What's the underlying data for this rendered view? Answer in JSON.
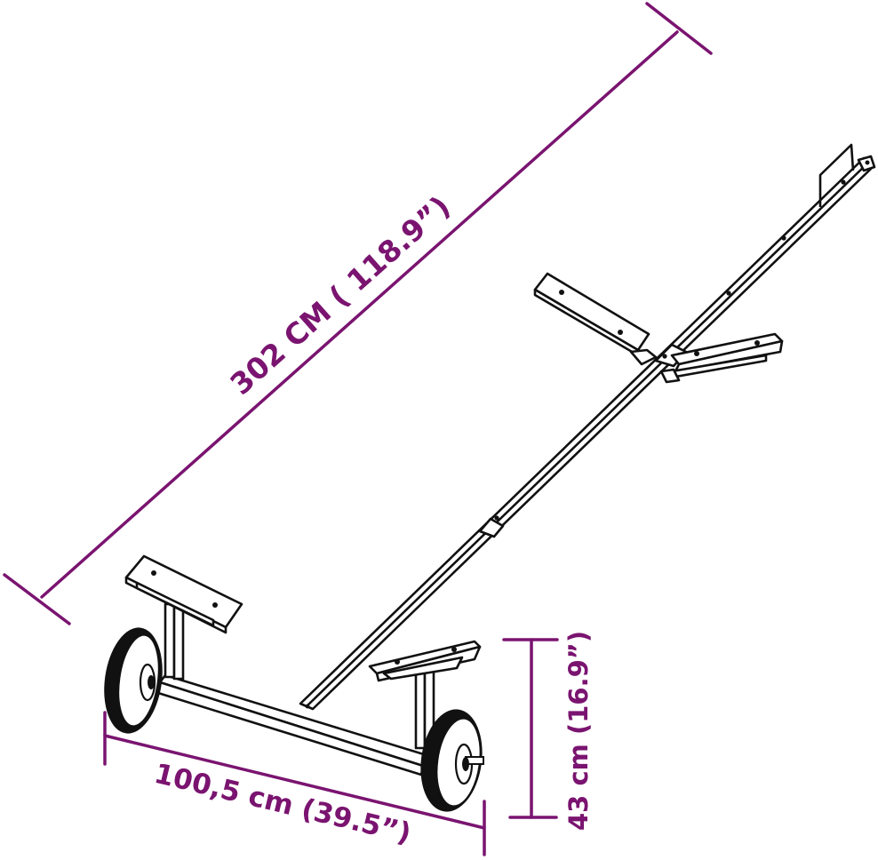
{
  "diagram": {
    "subject": "boat trailer trolley",
    "line_color": "#111111",
    "dimension_color": "#7a1470",
    "background": "#ffffff"
  },
  "dimensions": {
    "length": {
      "label": "302 CM ( 118.9”)",
      "value_cm": 302,
      "value_in": 118.9
    },
    "width": {
      "label": "100,5 cm (39.5”)",
      "value_cm": 100.5,
      "value_in": 39.5
    },
    "height": {
      "label": "43 cm (16.9”)",
      "value_cm": 43,
      "value_in": 16.9
    }
  }
}
